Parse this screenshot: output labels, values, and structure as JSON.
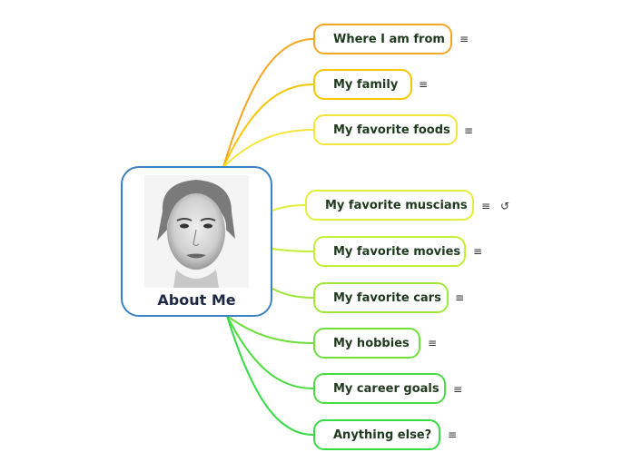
{
  "central": {
    "label": "About Me"
  },
  "topics": [
    {
      "label": "Where I am from",
      "color": "#f5a623"
    },
    {
      "label": "My family",
      "color": "#f7c600"
    },
    {
      "label": "My favorite foods",
      "color": "#f5e53a"
    },
    {
      "label": "My favorite muscians",
      "color": "#e2f03a"
    },
    {
      "label": "My favorite movies",
      "color": "#c4ee37"
    },
    {
      "label": "My favorite cars",
      "color": "#9ee83a"
    },
    {
      "label": "My hobbies",
      "color": "#6fe03c"
    },
    {
      "label": "My career goals",
      "color": "#49dd40"
    },
    {
      "label": "Anything else?",
      "color": "#35dc43"
    }
  ],
  "icons": {
    "note": "≡",
    "extra": "↺",
    "note_icon_name": "notes-icon",
    "extra_icon_name": "refresh-icon"
  },
  "colors": {
    "central_border": "#3b82c4"
  }
}
